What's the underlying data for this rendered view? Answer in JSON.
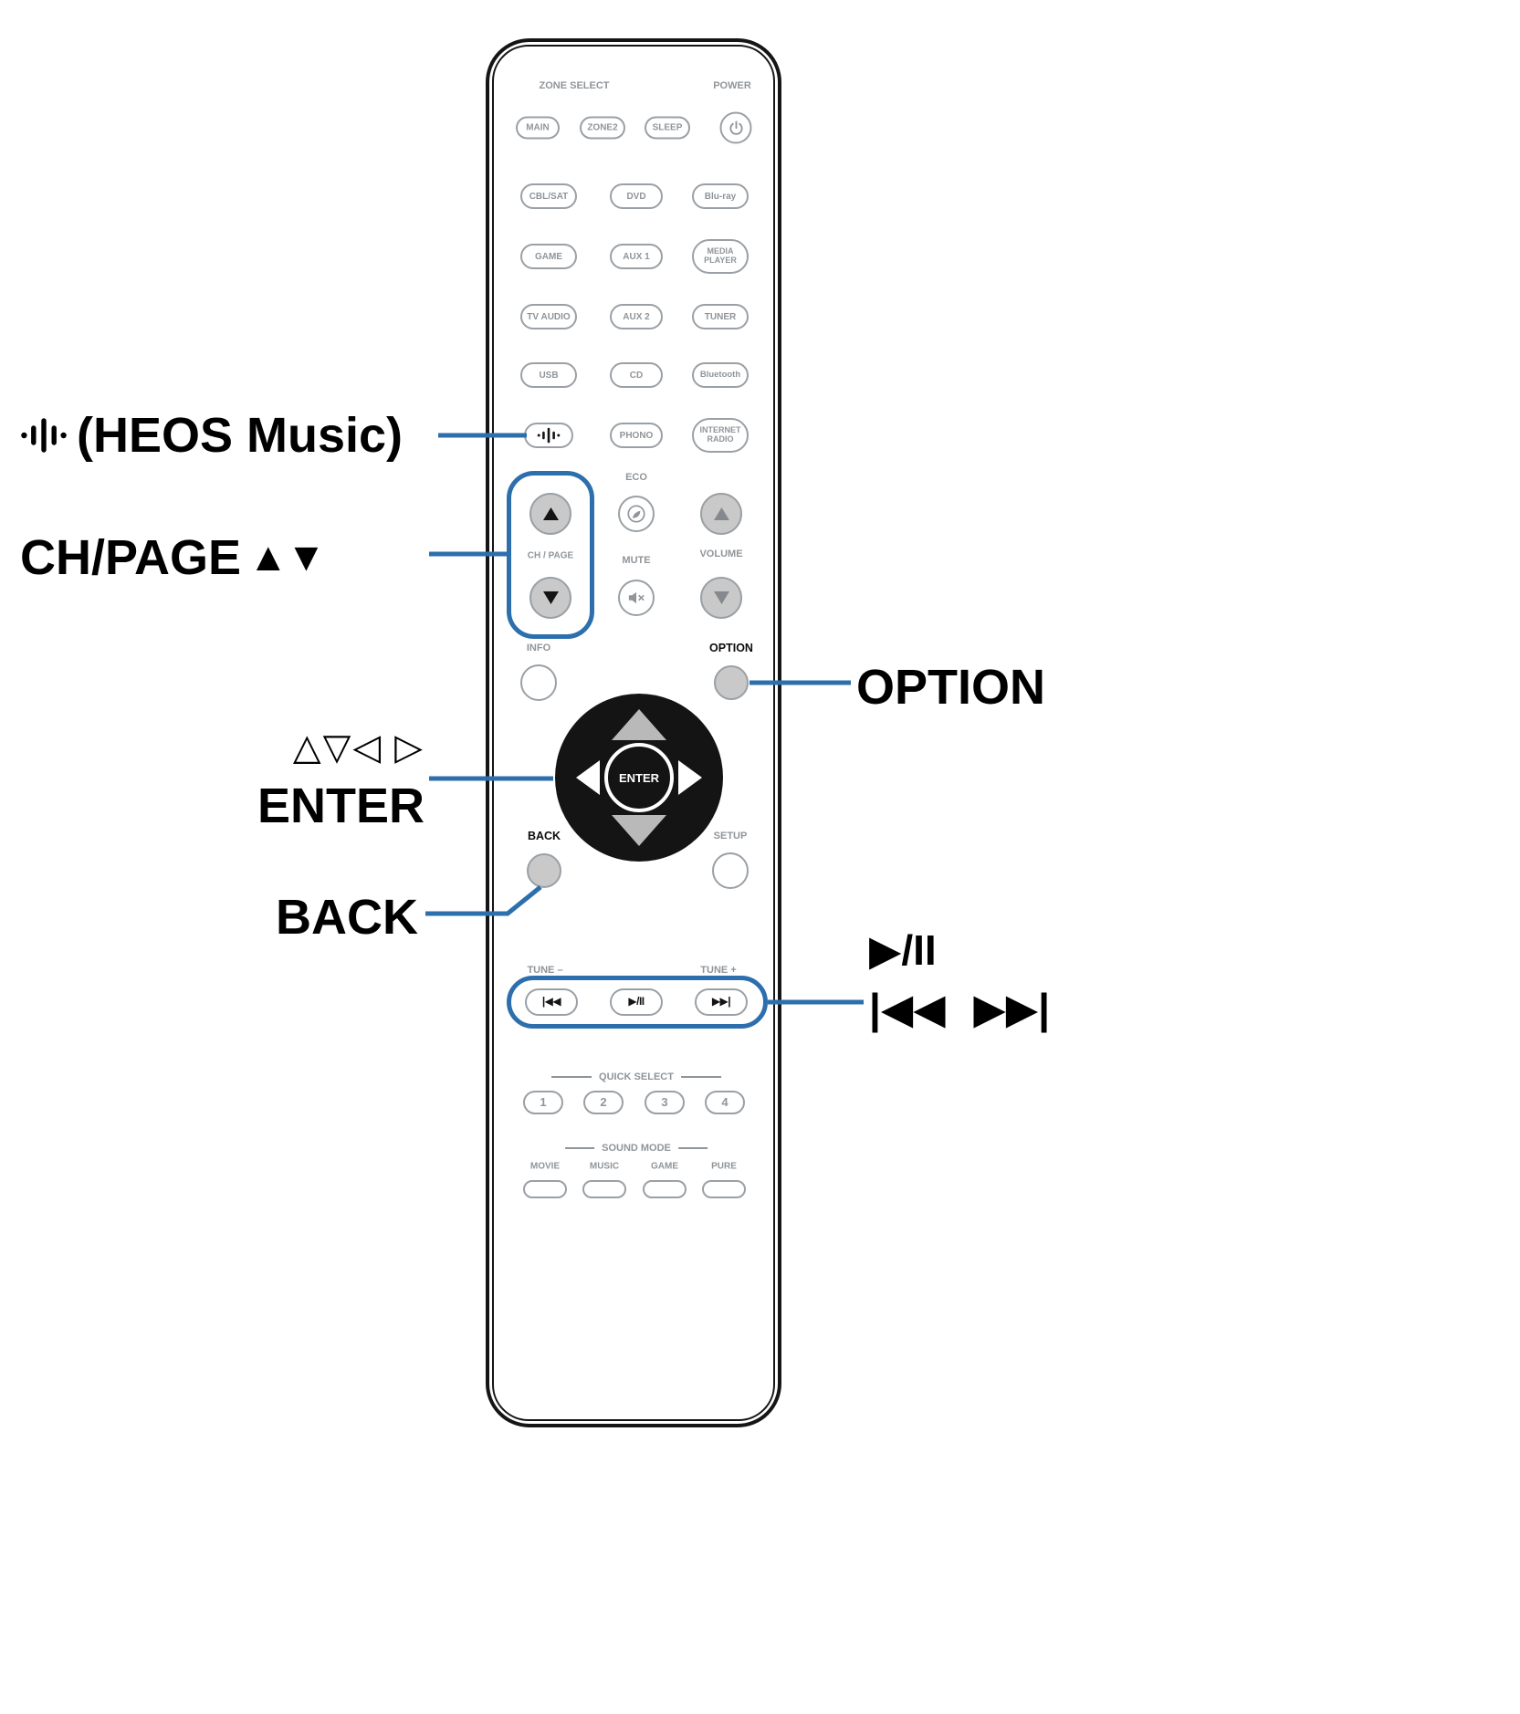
{
  "colors": {
    "accent": "#2d6fad",
    "button_outline": "#9aa0a5",
    "button_text": "#8f959a",
    "remote_outline": "#151515"
  },
  "callouts": {
    "heos_label": "(HEOS Music)",
    "chpage_label": "CH/PAGE",
    "chpage_arrows": "▲▼",
    "cursor_label": "△▽◁ ▷",
    "enter_label": "ENTER",
    "back_label": "BACK",
    "option_label": "OPTION",
    "play_pause_label": "▶/II",
    "skip_label": "|◀◀ ▶▶|"
  },
  "remote": {
    "zone_select": "ZONE SELECT",
    "power": "POWER",
    "zones": [
      "MAIN",
      "ZONE2",
      "SLEEP"
    ],
    "sources": [
      "CBL/SAT",
      "DVD",
      "Blu-ray",
      "GAME",
      "AUX 1",
      "MEDIA PLAYER",
      "TV AUDIO",
      "AUX 2",
      "TUNER",
      "USB",
      "CD",
      "Bluetooth",
      "PHONO",
      "INTERNET RADIO"
    ],
    "eco": "ECO",
    "ch_page": "CH / PAGE",
    "mute": "MUTE",
    "volume": "VOLUME",
    "info": "INFO",
    "option": "OPTION",
    "enter": "ENTER",
    "back": "BACK",
    "setup": "SETUP",
    "tune_down": "TUNE –",
    "tune_up": "TUNE +",
    "transport": [
      "|◀◀",
      "▶/II",
      "▶▶|"
    ],
    "quick_select": "QUICK SELECT",
    "quick_numbers": [
      "1",
      "2",
      "3",
      "4"
    ],
    "sound_mode": "SOUND MODE",
    "sound_modes": [
      "MOVIE",
      "MUSIC",
      "GAME",
      "PURE"
    ]
  }
}
